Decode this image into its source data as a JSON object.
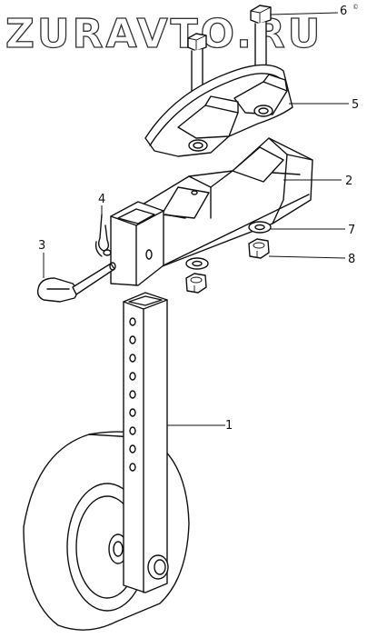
{
  "watermark": "ZURAVTO.RU",
  "corner_mark": "©",
  "callouts": [
    {
      "id": "1",
      "label": "1"
    },
    {
      "id": "2",
      "label": "2"
    },
    {
      "id": "3",
      "label": "3"
    },
    {
      "id": "4",
      "label": "4"
    },
    {
      "id": "5",
      "label": "5"
    },
    {
      "id": "6",
      "label": "6"
    },
    {
      "id": "7",
      "label": "7"
    },
    {
      "id": "8",
      "label": "8"
    }
  ]
}
